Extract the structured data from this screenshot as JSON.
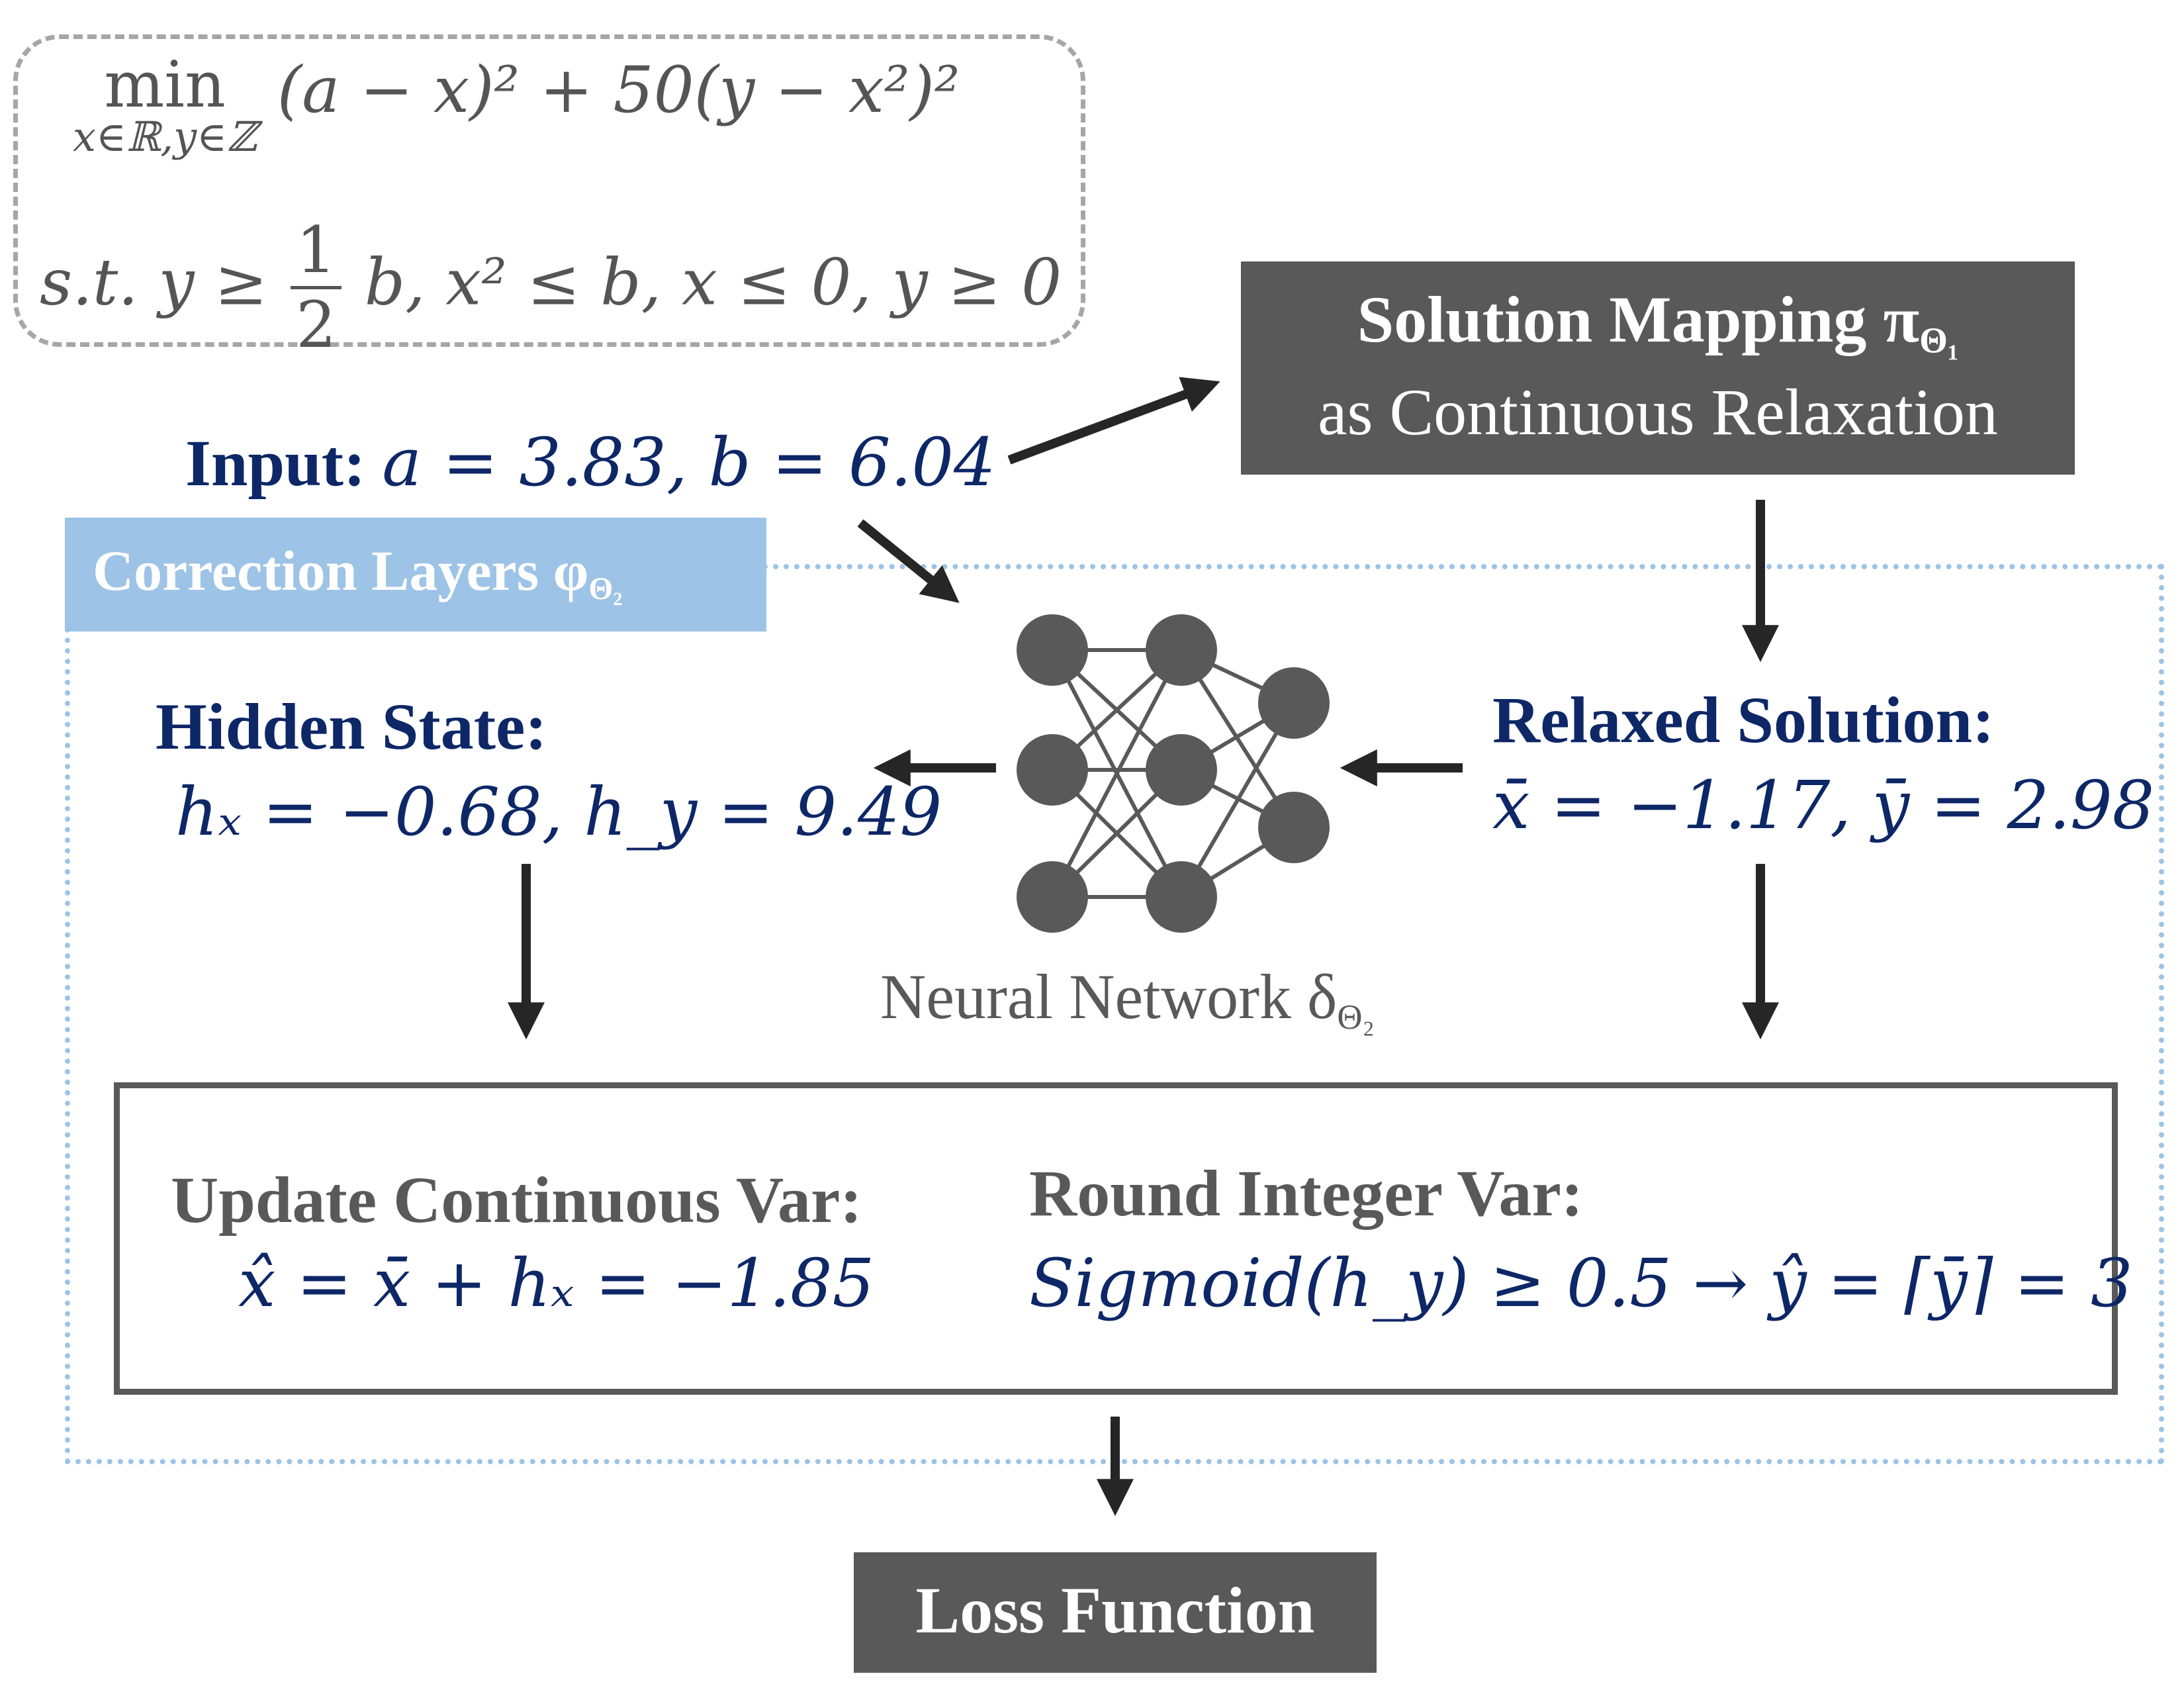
{
  "problem": {
    "min_operator": "min",
    "min_subscript": "x∈ℝ,y∈ℤ",
    "objective": "(a − x)² + 50(y − x²)²",
    "constraint_prefix": "s.t. y ≥",
    "constraint_frac_num": "1",
    "constraint_frac_den": "2",
    "constraint_rest": "b, x² ≤ b, x ≤ 0, y ≥ 0"
  },
  "solution_mapping": {
    "title": "Solution Mapping π",
    "title_sub": "Θ₁",
    "subtitle": "as Continuous Relaxation"
  },
  "input": {
    "label": "Input:",
    "values": "a = 3.83, b = 6.04"
  },
  "correction_layers": {
    "label": "Correction Layers φ",
    "label_sub": "Θ₂"
  },
  "hidden_state": {
    "title": "Hidden State:",
    "values": "hₓ = −0.68, h_y = 9.49"
  },
  "relaxed_solution": {
    "title": "Relaxed Solution:",
    "values": "x̄ = −1.17, ȳ = 2.98"
  },
  "neural_network": {
    "label": "Neural Network δ",
    "label_sub": "Θ₂"
  },
  "update_continuous": {
    "title": "Update Continuous Var:",
    "formula": "x̂ = x̄ + hₓ = −1.85"
  },
  "round_integer": {
    "title": "Round Integer Var:",
    "formula": "Sigmoid(h_y) ≥ 0.5 → ŷ = ⌈ȳ⌉ = 3"
  },
  "loss": {
    "label": "Loss Function"
  },
  "colors": {
    "navy": "#0d2767",
    "dark_gray": "#595959",
    "light_blue": "#9dc3e6",
    "dashed_gray": "#a6a6a6",
    "arrow": "#262626"
  }
}
